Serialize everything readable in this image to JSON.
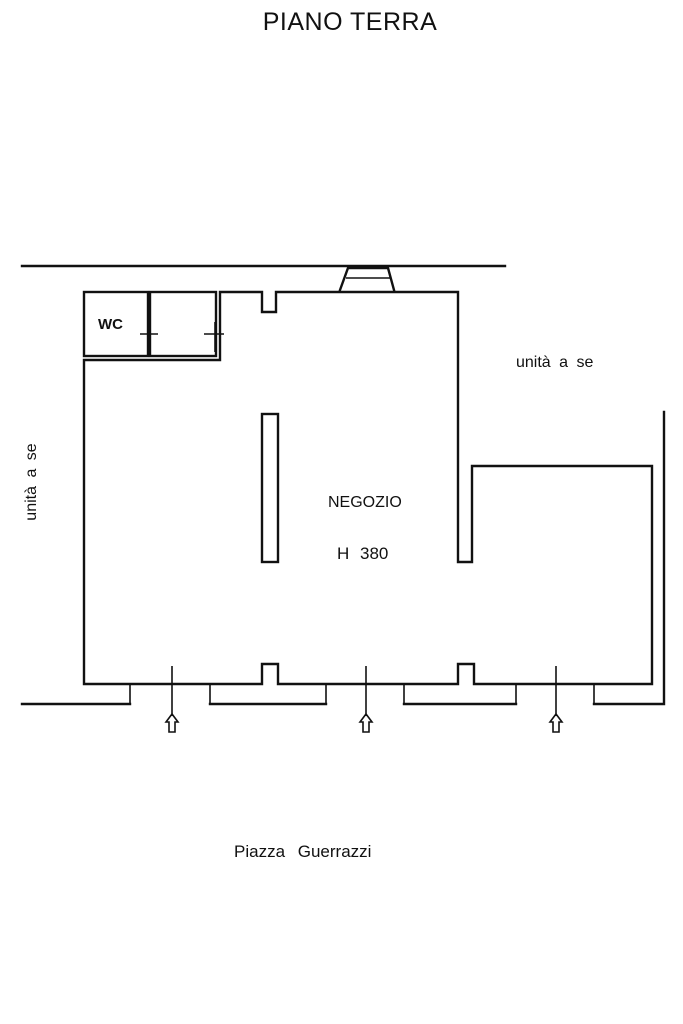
{
  "plan": {
    "title": "PIANO TERRA",
    "wc_label": "WC",
    "shop_name": "NEGOZIO",
    "shop_height": "H 380",
    "adjacent_unit_right": "unità a se",
    "adjacent_unit_left": "unità a se",
    "street_name": "Piazza Guerrazzi"
  },
  "entrances": [
    {
      "name": "entrance-left"
    },
    {
      "name": "entrance-center"
    },
    {
      "name": "entrance-right"
    }
  ],
  "colors": {
    "ink": "#111111",
    "background": "#ffffff"
  }
}
